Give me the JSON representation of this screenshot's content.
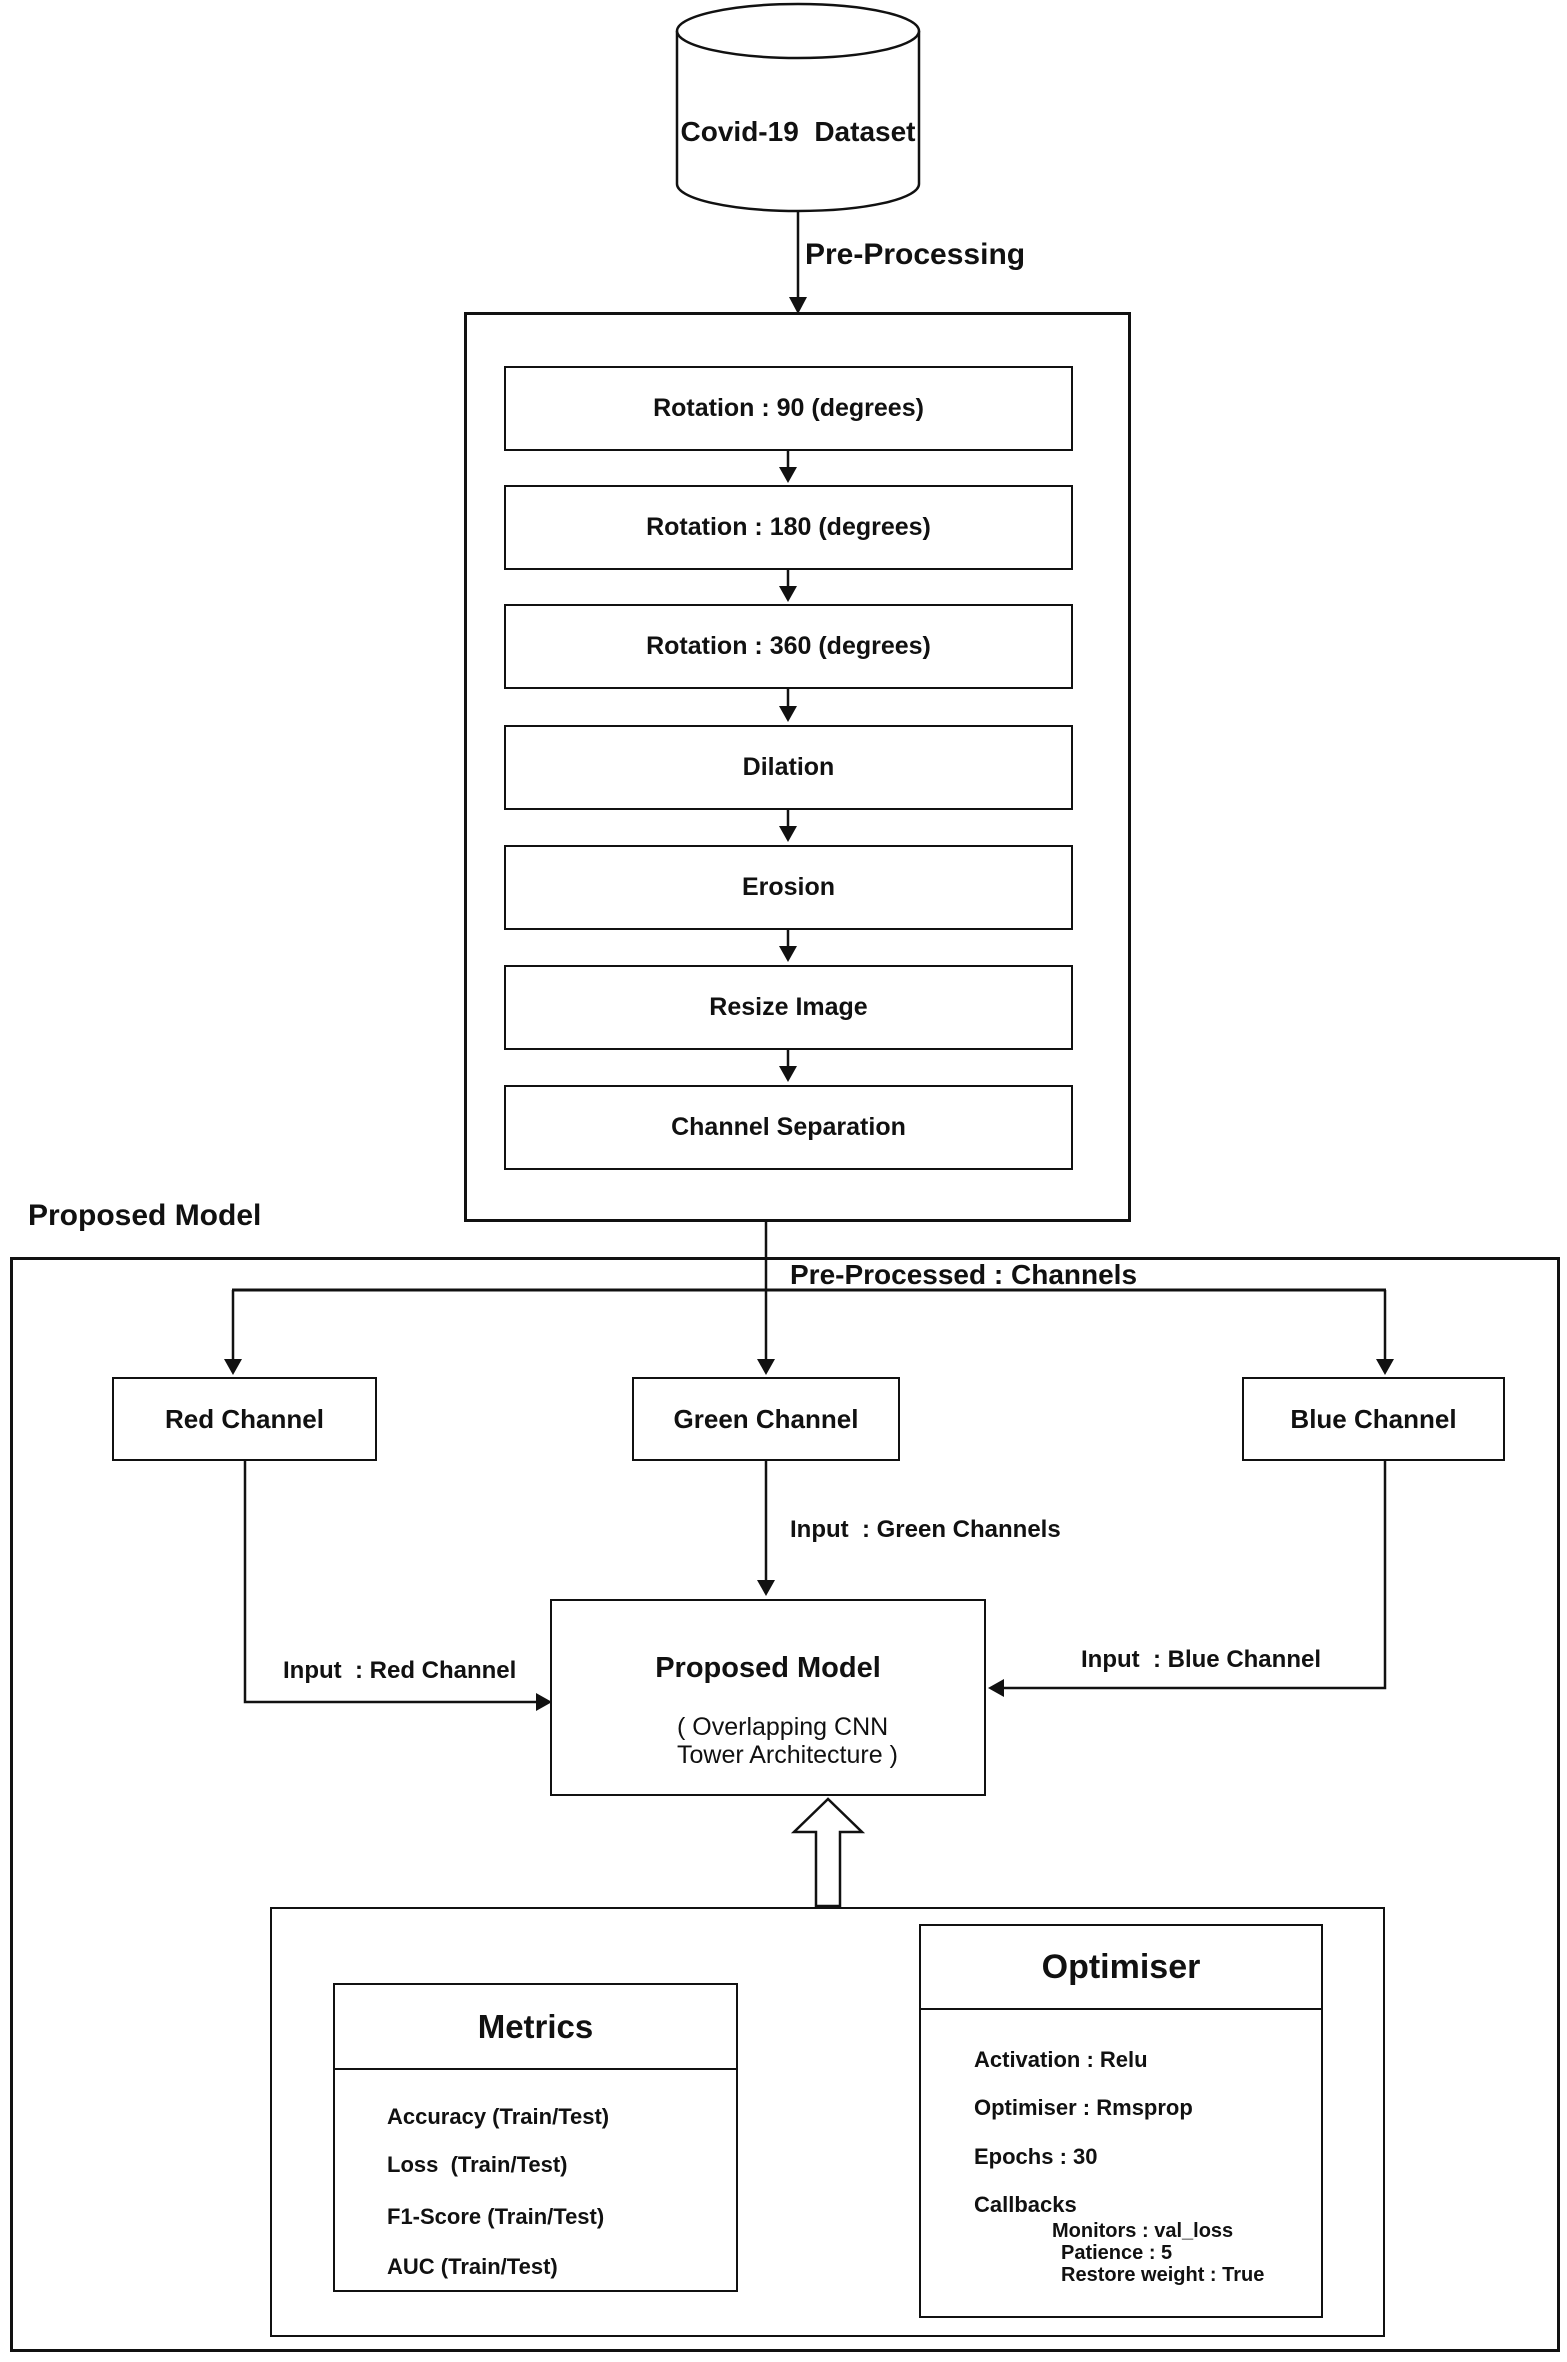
{
  "diagram": {
    "colors": {
      "ink": "#111111",
      "background": "#ffffff"
    },
    "dataset": {
      "label": "Covid-19  Dataset"
    },
    "preprocessing": {
      "arrow_label": "Pre-Processing",
      "steps": [
        "Rotation : 90 (degrees)",
        "Rotation : 180 (degrees)",
        "Rotation : 360 (degrees)",
        "Dilation",
        "Erosion",
        "Resize Image",
        "Channel Separation"
      ]
    },
    "proposed_model_section": {
      "label": "Proposed Model",
      "channels_label": "Pre-Processed : Channels",
      "channels": [
        "Red Channel",
        "Green Channel",
        "Blue Channel"
      ],
      "inputs": {
        "red": "Input  : Red Channel",
        "green": "Input  : Green Channels",
        "blue": "Input  : Blue Channel"
      },
      "model_box": {
        "title": "Proposed Model",
        "subtitle": "( Overlapping CNN\nTower Architecture )"
      },
      "metrics": {
        "title": "Metrics",
        "items": [
          "Accuracy (Train/Test)",
          "Loss  (Train/Test)",
          "F1-Score (Train/Test)",
          "AUC (Train/Test)"
        ]
      },
      "optimiser": {
        "title": "Optimiser",
        "items": [
          "Activation : Relu",
          "Optimiser : Rmsprop",
          "Epochs : 30"
        ],
        "callbacks_label": "Callbacks",
        "callback_items": [
          "Monitors : val_loss",
          "Patience : 5",
          "Restore weight : True"
        ]
      }
    }
  }
}
